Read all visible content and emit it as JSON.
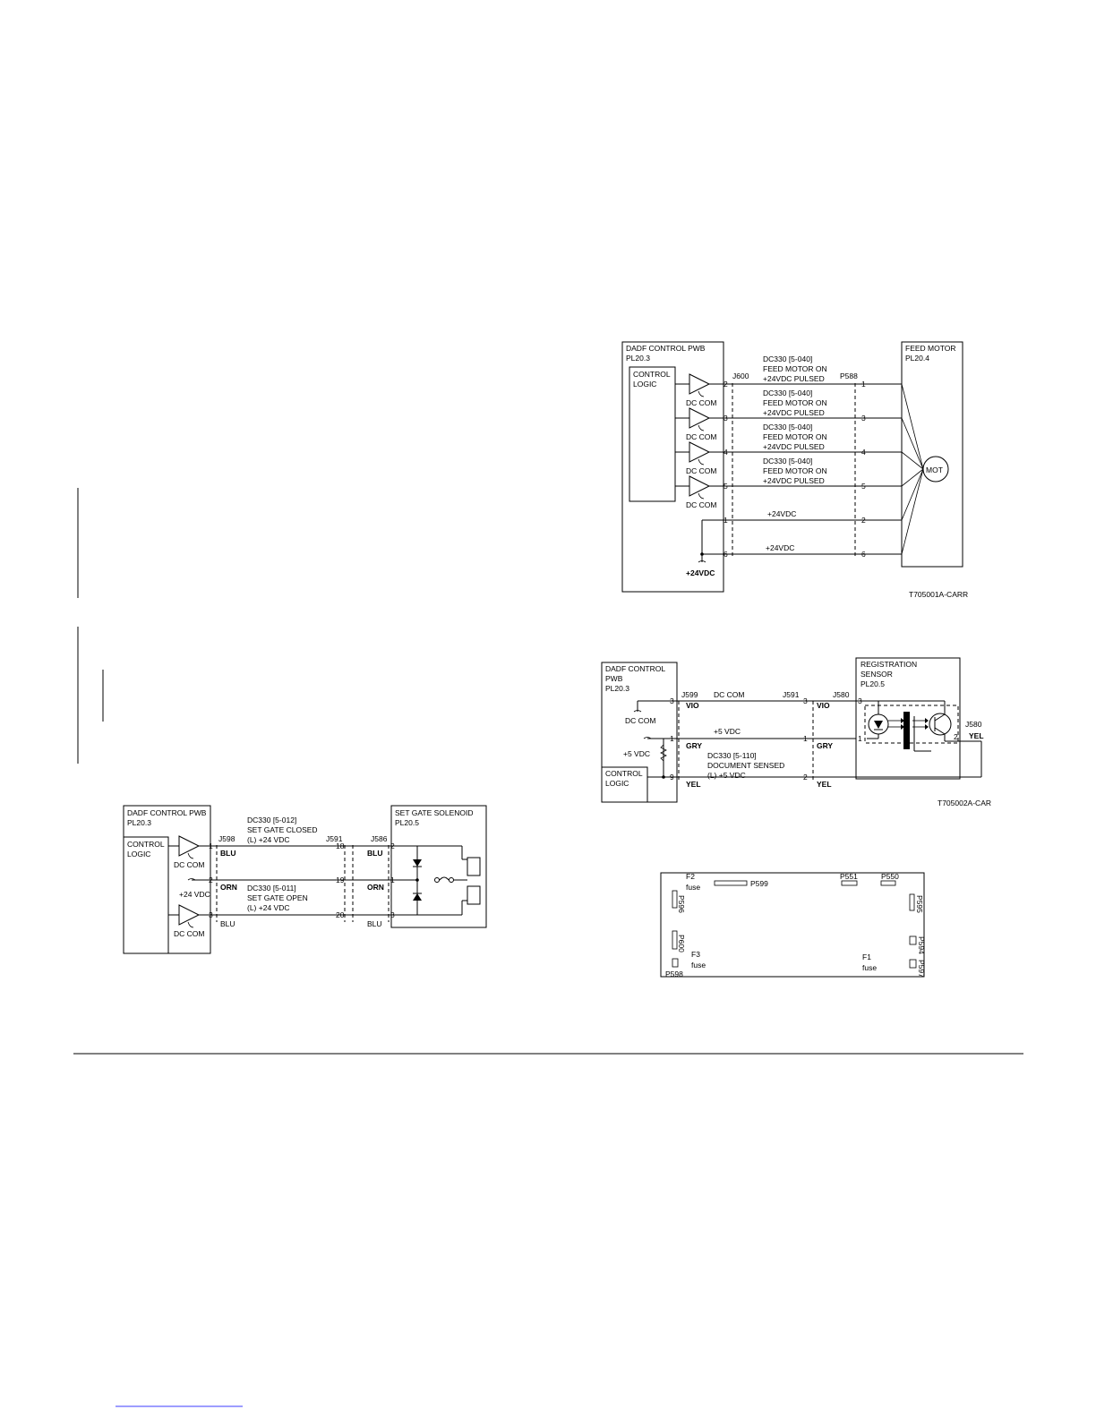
{
  "feed_motor": {
    "board": [
      "DADF CONTROL PWB",
      "PL20.3"
    ],
    "logic": [
      "CONTROL",
      "LOGIC"
    ],
    "motor": [
      "FEED MOTOR",
      "PL20.4"
    ],
    "mot": "MOT",
    "j600": "J600",
    "p588": "P588",
    "dc_com": "DC COM",
    "sig1": "DC330 [5-040]",
    "sig2": "FEED MOTOR ON",
    "sig3": "+24VDC PULSED",
    "v24": "+24VDC",
    "pins_left": [
      "2",
      "3",
      "4",
      "5",
      "1",
      "6"
    ],
    "pins_right": [
      "1",
      "3",
      "4",
      "5",
      "2",
      "6"
    ],
    "ref": "T705001A-CARR"
  },
  "registration": {
    "board": [
      "DADF CONTROL",
      "PWB",
      "PL20.3"
    ],
    "sensor": [
      "REGISTRATION",
      "SENSOR",
      "PL20.5"
    ],
    "logic": [
      "CONTROL",
      "LOGIC"
    ],
    "j599": "J599",
    "j591": "J591",
    "j580": "J580",
    "j580b": "J580",
    "dc_com": "DC COM",
    "dc_com_b": "DC COM",
    "v5": "+5 VDC",
    "v5_left": "+5 VDC",
    "sig1": "DC330 [5-110]",
    "sig2": "DOCUMENT SENSED",
    "sig3": "(L) +5 VDC",
    "vio": "VIO",
    "gry": "GRY",
    "yel": "YEL",
    "pins": [
      "3",
      "1",
      "9",
      "3",
      "1",
      "2",
      "3",
      "1",
      "2"
    ],
    "ref": "T705002A-CAR"
  },
  "set_gate": {
    "board": [
      "DADF CONTROL PWB",
      "PL20.3"
    ],
    "logic": [
      "CONTROL",
      "LOGIC"
    ],
    "solenoid": [
      "SET GATE SOLENOID",
      "PL20.5"
    ],
    "j598": "J598",
    "j591": "J591",
    "j586": "J586",
    "dc_com": "DC COM",
    "v24": "+24 VDC",
    "closed": [
      "DC330 [5-012]",
      "SET GATE CLOSED",
      "(L) +24 VDC"
    ],
    "open": [
      "DC330 [5-011]",
      "SET GATE OPEN",
      "(L) +24 VDC"
    ],
    "blu": "BLU",
    "orn": "ORN",
    "pins": [
      "1",
      "2",
      "3",
      "18",
      "19",
      "20",
      "2",
      "1",
      "3"
    ]
  },
  "pwb_layout": {
    "f2": "F2",
    "f2_fuse": "fuse",
    "f3": "F3",
    "f3_fuse": "fuse",
    "f1": "F1",
    "f1_fuse": "fuse",
    "p599": "P599",
    "p551": "P551",
    "p550": "P550",
    "p596": "P596",
    "p600": "P600",
    "p598": "P598",
    "p595": "P595",
    "p594": "P594",
    "p597": "P597"
  }
}
